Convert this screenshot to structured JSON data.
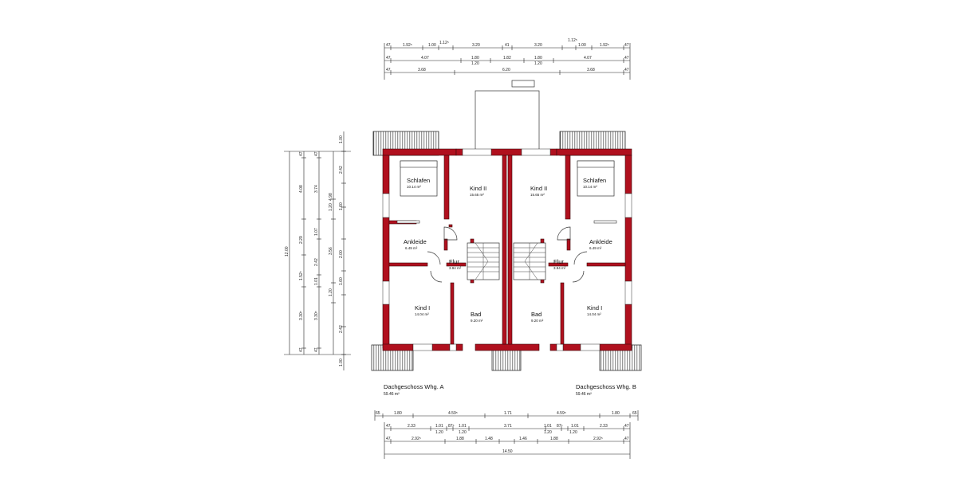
{
  "rooms": [
    {
      "name": "Schlafen",
      "area": "10.14 m²"
    },
    {
      "name": "Kind II",
      "area": "15.65 m²"
    },
    {
      "name": "Kind II",
      "area": "15.65 m²"
    },
    {
      "name": "Schlafen",
      "area": "10.14 m²"
    },
    {
      "name": "Ankleide",
      "area": "6.49 m²"
    },
    {
      "name": "Ankleide",
      "area": "6.49 m²"
    },
    {
      "name": "Flur",
      "area": "3.94 m²"
    },
    {
      "name": "Flur",
      "area": "3.94 m²"
    },
    {
      "name": "Kind I",
      "area": "14.04 m²"
    },
    {
      "name": "Bad",
      "area": "9.20 m²"
    },
    {
      "name": "Bad",
      "area": "9.20 m²"
    },
    {
      "name": "Kind I",
      "area": "14.04 m²"
    }
  ],
  "captions": {
    "left": {
      "title": "Dachgeschoss Whg. A",
      "area": "59.46 m²"
    },
    "right": {
      "title": "Dachgeschoss Whg. B",
      "area": "59.46 m²"
    }
  },
  "dims_top": {
    "row1": [
      "47",
      "1.92⁵",
      "1.00",
      "1.12⁵",
      "3.20",
      "41",
      "3.20",
      "1.12⁵",
      "1.00",
      "1.92⁵",
      "47"
    ],
    "row2": [
      "47",
      "4.07",
      "1.80",
      "1.82",
      "1.80",
      "4.07",
      "47"
    ],
    "row2_sub": [
      "1.20",
      "1.20"
    ],
    "row3": [
      "47",
      "3.68",
      "6.20",
      "3.68",
      "47"
    ]
  },
  "dims_bottom": {
    "row1": [
      "65",
      "1.80",
      "4.59⁵",
      "1.71",
      "4.59⁵",
      "1.80",
      "65"
    ],
    "row2": [
      "47",
      "2.33",
      "1.01",
      "87⁵",
      "1.01",
      "3.71",
      "1.01",
      "87⁵",
      "1.01",
      "2.33",
      "47"
    ],
    "row2_sub": [
      "1.20",
      "1.20",
      "1.20",
      "1.20"
    ],
    "row3": [
      "47",
      "2.92⁵",
      "1.88",
      "1.48",
      "1.46",
      "1.88",
      "2.92⁵",
      "47"
    ],
    "total": "14.50"
  },
  "dims_left": {
    "total": "12.00",
    "col1": [
      "47",
      "4.08",
      "2.29",
      "1.52⁵",
      "3.30⁵",
      "47"
    ],
    "col2": [
      "47",
      "3.74",
      "1.07",
      "2.42",
      "1.01",
      "3.30⁵",
      "47"
    ],
    "col3": [
      "1.00",
      "2.42",
      "1.60",
      "2.00",
      "1.60",
      "2.42",
      "1.00"
    ],
    "col3b": [
      "4.98",
      "1.20",
      "3.56",
      "1.20"
    ]
  }
}
